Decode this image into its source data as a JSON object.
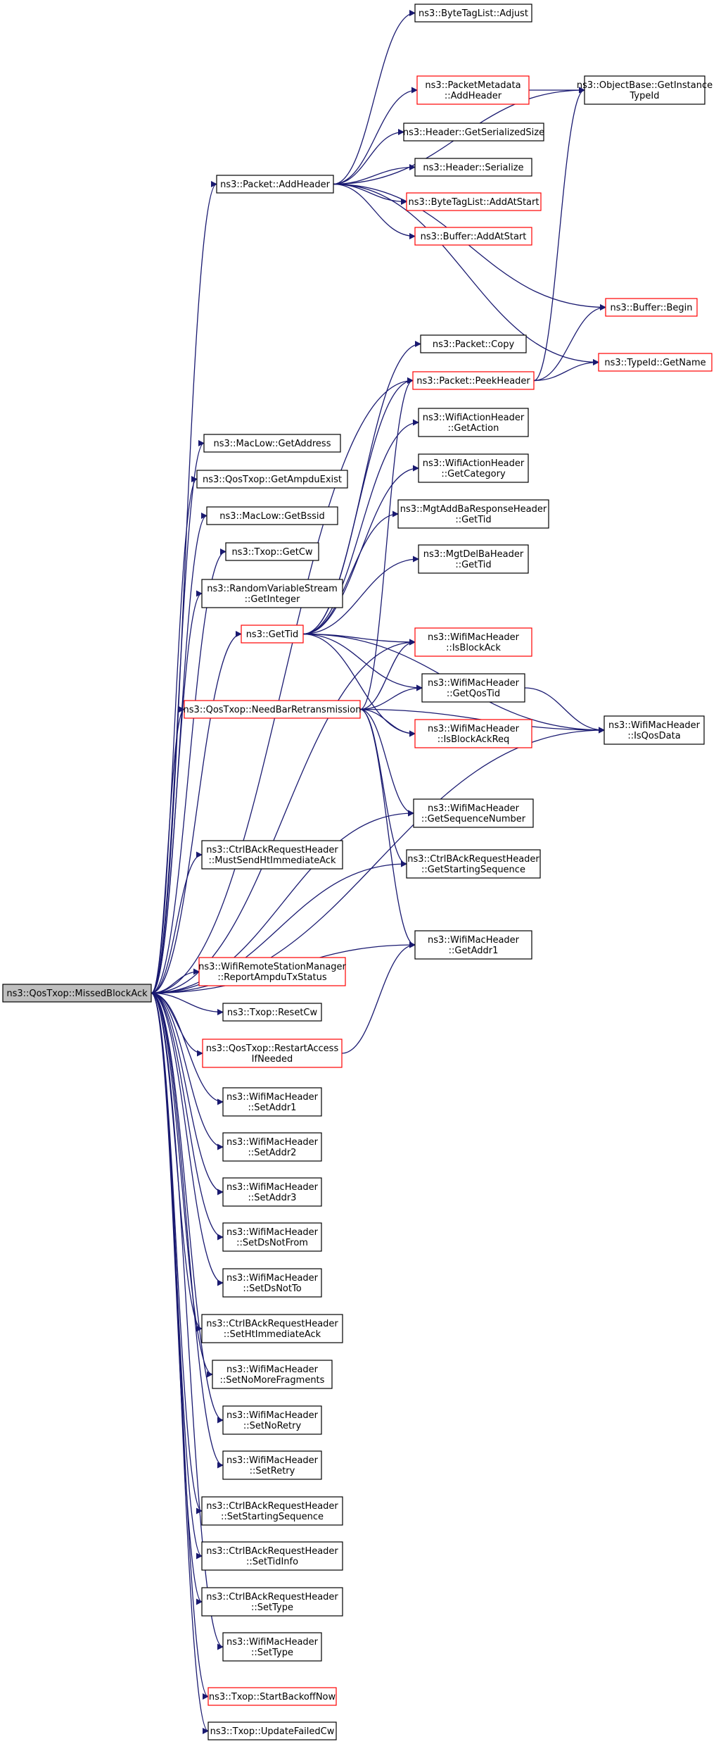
{
  "colors": {
    "edge": "#191970",
    "normal_border": "#000000",
    "truncated_border": "#ff0000",
    "root_fill": "#bfbfbf",
    "background": "#ffffff"
  },
  "nodes": [
    {
      "id": "n0",
      "lines": [
        "ns3::QosTxop::MissedBlockAck"
      ],
      "style": "root"
    },
    {
      "id": "n1",
      "lines": [
        "ns3::Packet::AddHeader"
      ],
      "style": "normal"
    },
    {
      "id": "n2",
      "lines": [
        "ns3::ByteTagList::Adjust"
      ],
      "style": "normal"
    },
    {
      "id": "n3",
      "lines": [
        "ns3::PacketMetadata",
        "::AddHeader"
      ],
      "style": "truncated"
    },
    {
      "id": "n4",
      "lines": [
        "ns3::ObjectBase::GetInstance",
        "TypeId"
      ],
      "style": "normal"
    },
    {
      "id": "n5",
      "lines": [
        "ns3::Header::GetSerializedSize"
      ],
      "style": "normal"
    },
    {
      "id": "n6",
      "lines": [
        "ns3::Header::Serialize"
      ],
      "style": "normal"
    },
    {
      "id": "n7",
      "lines": [
        "ns3::ByteTagList::AddAtStart"
      ],
      "style": "truncated"
    },
    {
      "id": "n8",
      "lines": [
        "ns3::Buffer::AddAtStart"
      ],
      "style": "truncated"
    },
    {
      "id": "n9",
      "lines": [
        "ns3::Buffer::Begin"
      ],
      "style": "truncated"
    },
    {
      "id": "n10",
      "lines": [
        "ns3::TypeId::GetName"
      ],
      "style": "truncated"
    },
    {
      "id": "n11",
      "lines": [
        "ns3::Packet::Copy"
      ],
      "style": "normal"
    },
    {
      "id": "n12",
      "lines": [
        "ns3::Packet::PeekHeader"
      ],
      "style": "truncated"
    },
    {
      "id": "n13",
      "lines": [
        "ns3::MacLow::GetAddress"
      ],
      "style": "normal"
    },
    {
      "id": "n14",
      "lines": [
        "ns3::WifiActionHeader",
        "::GetAction"
      ],
      "style": "normal"
    },
    {
      "id": "n15",
      "lines": [
        "ns3::QosTxop::GetAmpduExist"
      ],
      "style": "normal"
    },
    {
      "id": "n16",
      "lines": [
        "ns3::WifiActionHeader",
        "::GetCategory"
      ],
      "style": "normal"
    },
    {
      "id": "n17",
      "lines": [
        "ns3::MacLow::GetBssid"
      ],
      "style": "normal"
    },
    {
      "id": "n18",
      "lines": [
        "ns3::MgtAddBaResponseHeader",
        "::GetTid"
      ],
      "style": "normal"
    },
    {
      "id": "n19",
      "lines": [
        "ns3::Txop::GetCw"
      ],
      "style": "normal"
    },
    {
      "id": "n20",
      "lines": [
        "ns3::MgtDelBaHeader",
        "::GetTid"
      ],
      "style": "normal"
    },
    {
      "id": "n21",
      "lines": [
        "ns3::RandomVariableStream",
        "::GetInteger"
      ],
      "style": "normal"
    },
    {
      "id": "n22",
      "lines": [
        "ns3::GetTid"
      ],
      "style": "truncated"
    },
    {
      "id": "n23",
      "lines": [
        "ns3::WifiMacHeader",
        "::IsBlockAck"
      ],
      "style": "truncated"
    },
    {
      "id": "n24",
      "lines": [
        "ns3::WifiMacHeader",
        "::GetQosTid"
      ],
      "style": "normal"
    },
    {
      "id": "n25",
      "lines": [
        "ns3::WifiMacHeader",
        "::IsQosData"
      ],
      "style": "normal"
    },
    {
      "id": "n26",
      "lines": [
        "ns3::QosTxop::NeedBarRetransmission"
      ],
      "style": "truncated"
    },
    {
      "id": "n27",
      "lines": [
        "ns3::WifiMacHeader",
        "::IsBlockAckReq"
      ],
      "style": "truncated"
    },
    {
      "id": "n28",
      "lines": [
        "ns3::WifiMacHeader",
        "::GetSequenceNumber"
      ],
      "style": "normal"
    },
    {
      "id": "n29",
      "lines": [
        "ns3::CtrlBAckRequestHeader",
        "::MustSendHtImmediateAck"
      ],
      "style": "normal"
    },
    {
      "id": "n30",
      "lines": [
        "ns3::CtrlBAckRequestHeader",
        "::GetStartingSequence"
      ],
      "style": "normal"
    },
    {
      "id": "n31",
      "lines": [
        "ns3::WifiMacHeader",
        "::GetAddr1"
      ],
      "style": "normal"
    },
    {
      "id": "n32",
      "lines": [
        "ns3::WifiRemoteStationManager",
        "::ReportAmpduTxStatus"
      ],
      "style": "truncated"
    },
    {
      "id": "n33",
      "lines": [
        "ns3::Txop::ResetCw"
      ],
      "style": "normal"
    },
    {
      "id": "n34",
      "lines": [
        "ns3::QosTxop::RestartAccess",
        "IfNeeded"
      ],
      "style": "truncated"
    },
    {
      "id": "n35",
      "lines": [
        "ns3::WifiMacHeader",
        "::SetAddr1"
      ],
      "style": "normal"
    },
    {
      "id": "n36",
      "lines": [
        "ns3::WifiMacHeader",
        "::SetAddr2"
      ],
      "style": "normal"
    },
    {
      "id": "n37",
      "lines": [
        "ns3::WifiMacHeader",
        "::SetAddr3"
      ],
      "style": "normal"
    },
    {
      "id": "n38",
      "lines": [
        "ns3::WifiMacHeader",
        "::SetDsNotFrom"
      ],
      "style": "normal"
    },
    {
      "id": "n39",
      "lines": [
        "ns3::WifiMacHeader",
        "::SetDsNotTo"
      ],
      "style": "normal"
    },
    {
      "id": "n40",
      "lines": [
        "ns3::CtrlBAckRequestHeader",
        "::SetHtImmediateAck"
      ],
      "style": "normal"
    },
    {
      "id": "n41",
      "lines": [
        "ns3::WifiMacHeader",
        "::SetNoMoreFragments"
      ],
      "style": "normal"
    },
    {
      "id": "n42",
      "lines": [
        "ns3::WifiMacHeader",
        "::SetNoRetry"
      ],
      "style": "normal"
    },
    {
      "id": "n43",
      "lines": [
        "ns3::WifiMacHeader",
        "::SetRetry"
      ],
      "style": "normal"
    },
    {
      "id": "n44",
      "lines": [
        "ns3::CtrlBAckRequestHeader",
        "::SetStartingSequence"
      ],
      "style": "normal"
    },
    {
      "id": "n45",
      "lines": [
        "ns3::CtrlBAckRequestHeader",
        "::SetTidInfo"
      ],
      "style": "normal"
    },
    {
      "id": "n46",
      "lines": [
        "ns3::CtrlBAckRequestHeader",
        "::SetType"
      ],
      "style": "normal"
    },
    {
      "id": "n47",
      "lines": [
        "ns3::WifiMacHeader",
        "::SetType"
      ],
      "style": "normal"
    },
    {
      "id": "n48",
      "lines": [
        "ns3::Txop::StartBackoffNow"
      ],
      "style": "truncated"
    },
    {
      "id": "n49",
      "lines": [
        "ns3::Txop::UpdateFailedCw"
      ],
      "style": "normal"
    }
  ],
  "edges": [
    [
      "n0",
      "n1"
    ],
    [
      "n0",
      "n12"
    ],
    [
      "n0",
      "n13"
    ],
    [
      "n0",
      "n15"
    ],
    [
      "n0",
      "n17"
    ],
    [
      "n0",
      "n19"
    ],
    [
      "n0",
      "n21"
    ],
    [
      "n0",
      "n22"
    ],
    [
      "n0",
      "n23"
    ],
    [
      "n0",
      "n26"
    ],
    [
      "n0",
      "n28"
    ],
    [
      "n0",
      "n29"
    ],
    [
      "n0",
      "n30"
    ],
    [
      "n0",
      "n25"
    ],
    [
      "n0",
      "n31"
    ],
    [
      "n0",
      "n32"
    ],
    [
      "n0",
      "n33"
    ],
    [
      "n0",
      "n34"
    ],
    [
      "n0",
      "n35"
    ],
    [
      "n0",
      "n36"
    ],
    [
      "n0",
      "n37"
    ],
    [
      "n0",
      "n38"
    ],
    [
      "n0",
      "n39"
    ],
    [
      "n0",
      "n40"
    ],
    [
      "n0",
      "n41"
    ],
    [
      "n0",
      "n42"
    ],
    [
      "n0",
      "n43"
    ],
    [
      "n0",
      "n44"
    ],
    [
      "n0",
      "n45"
    ],
    [
      "n0",
      "n46"
    ],
    [
      "n0",
      "n47"
    ],
    [
      "n0",
      "n48"
    ],
    [
      "n0",
      "n49"
    ],
    [
      "n1",
      "n2"
    ],
    [
      "n1",
      "n4"
    ],
    [
      "n1",
      "n3"
    ],
    [
      "n1",
      "n5"
    ],
    [
      "n1",
      "n6"
    ],
    [
      "n1",
      "n7"
    ],
    [
      "n1",
      "n8"
    ],
    [
      "n1",
      "n9"
    ],
    [
      "n1",
      "n10"
    ],
    [
      "n3",
      "n4"
    ],
    [
      "n12",
      "n4"
    ],
    [
      "n12",
      "n9"
    ],
    [
      "n12",
      "n10"
    ],
    [
      "n22",
      "n11"
    ],
    [
      "n22",
      "n12"
    ],
    [
      "n22",
      "n14"
    ],
    [
      "n22",
      "n16"
    ],
    [
      "n22",
      "n18"
    ],
    [
      "n22",
      "n20"
    ],
    [
      "n22",
      "n23"
    ],
    [
      "n22",
      "n24"
    ],
    [
      "n22",
      "n25"
    ],
    [
      "n22",
      "n27"
    ],
    [
      "n24",
      "n25"
    ],
    [
      "n26",
      "n12"
    ],
    [
      "n26",
      "n23"
    ],
    [
      "n26",
      "n24"
    ],
    [
      "n26",
      "n27"
    ],
    [
      "n26",
      "n25"
    ],
    [
      "n26",
      "n28"
    ],
    [
      "n26",
      "n30"
    ],
    [
      "n26",
      "n31"
    ],
    [
      "n34",
      "n31"
    ]
  ]
}
